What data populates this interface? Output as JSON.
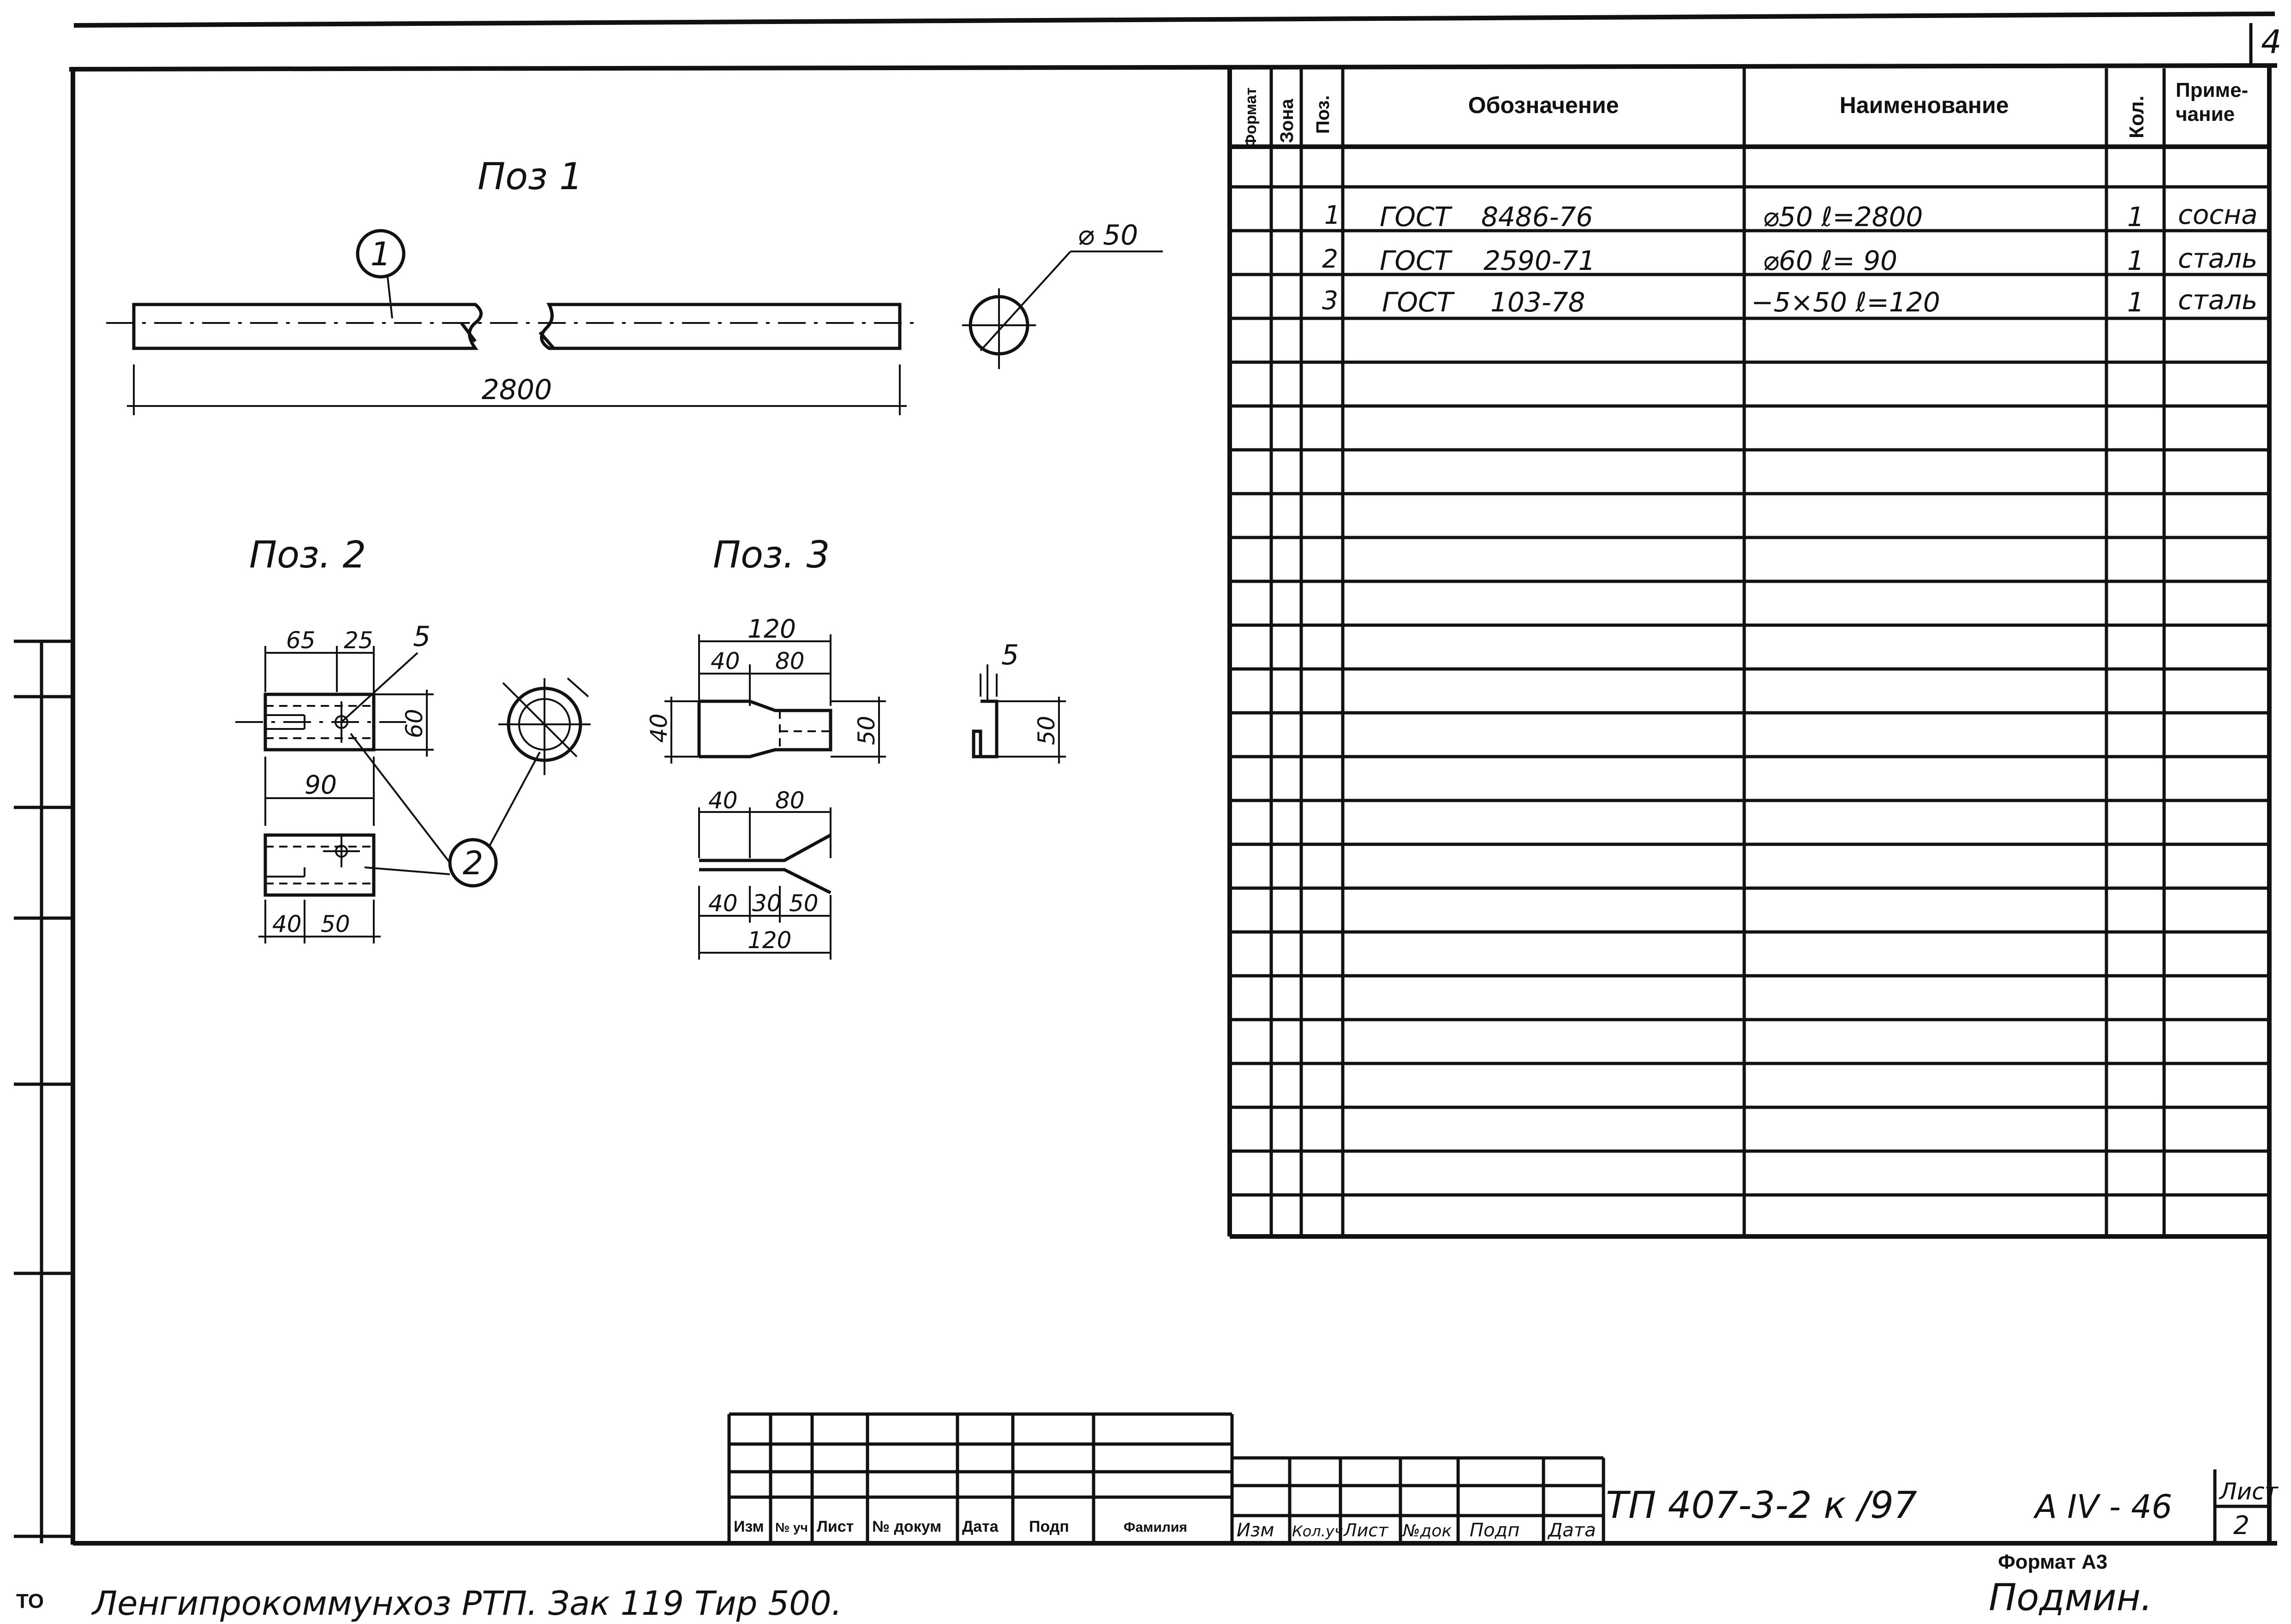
{
  "drawing": {
    "pos1": {
      "title": "Поз 1",
      "callout": "1",
      "length_dim": "2800",
      "dia_dim": "⌀ 50"
    },
    "pos2": {
      "title": "Поз. 2",
      "callout": "2",
      "dims": [
        "65",
        "25",
        "5",
        "60",
        "90",
        "40",
        "50"
      ]
    },
    "pos3": {
      "title": "Поз. 3",
      "dims_top": [
        "120",
        "40",
        "80",
        "40",
        "50"
      ],
      "dims_bottom": [
        "40",
        "80",
        "40",
        "30",
        "50",
        "120"
      ],
      "side_dims": [
        "5",
        "50"
      ]
    }
  },
  "spec_table": {
    "headers": {
      "format": "Формат",
      "zone": "Зона",
      "pos": "Поз.",
      "designation": "Обозначение",
      "name": "Наименование",
      "qty": "Кол.",
      "note": "Приме-\nчание"
    },
    "rows": [
      {
        "pos": "1",
        "std": "ГОСТ",
        "num": "8486-76",
        "name": "⌀50  ℓ=2800",
        "qty": "1",
        "note": "сосна"
      },
      {
        "pos": "2",
        "std": "ГОСТ",
        "num": "2590-71",
        "name": "⌀60  ℓ= 90",
        "qty": "1",
        "note": "сталь"
      },
      {
        "pos": "3",
        "std": "ГОСТ",
        "num": "103-78",
        "name": "−5×50  ℓ=120",
        "qty": "1",
        "note": "сталь"
      }
    ]
  },
  "title_block": {
    "left_labels": [
      "Изм",
      "№ уч",
      "Лист",
      "№ докум",
      "Дата",
      "Подп",
      "Фамилия"
    ],
    "right_labels": [
      "Изм",
      "Кол.уч",
      "Лист",
      "№док",
      "Подп",
      "Дата"
    ],
    "doc_code": "ТП 407-3-2 к /97",
    "sheet_code": "А IV - 46",
    "sheet_label": "Лист",
    "sheet_number": "2",
    "format": "Формат А3",
    "copied_by": "Подмин.",
    "page_marker": "4"
  },
  "footer": {
    "left_mark": "ТО",
    "print_note": "Ленгипрокоммунхоз РТП. Зак 119 Тир 500."
  }
}
